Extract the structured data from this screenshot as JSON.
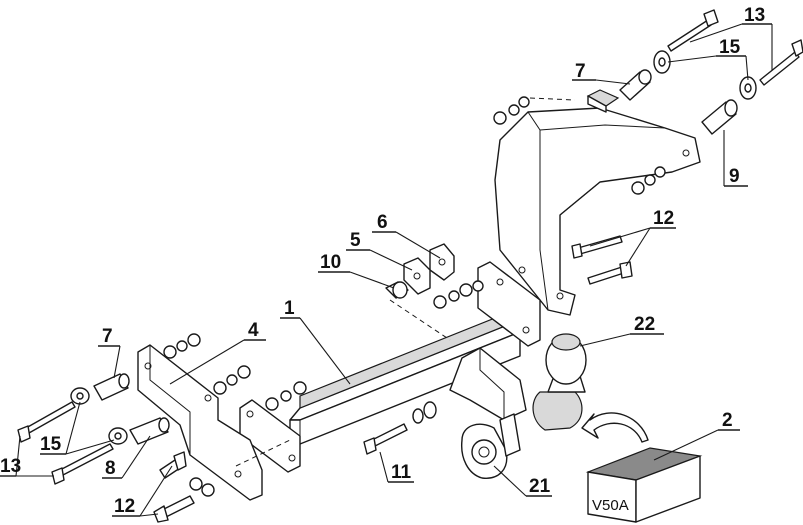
{
  "callouts": {
    "c1": "1",
    "c2": "2",
    "c4": "4",
    "c5": "5",
    "c6": "6",
    "c7_left": "7",
    "c7_right": "7",
    "c8": "8",
    "c9": "9",
    "c10": "10",
    "c11": "11",
    "c12_left": "12",
    "c12_right": "12",
    "c13_left": "13",
    "c13_right": "13",
    "c15_left": "15",
    "c15_right": "15",
    "c21": "21",
    "c22": "22"
  },
  "box_label": "V50A"
}
